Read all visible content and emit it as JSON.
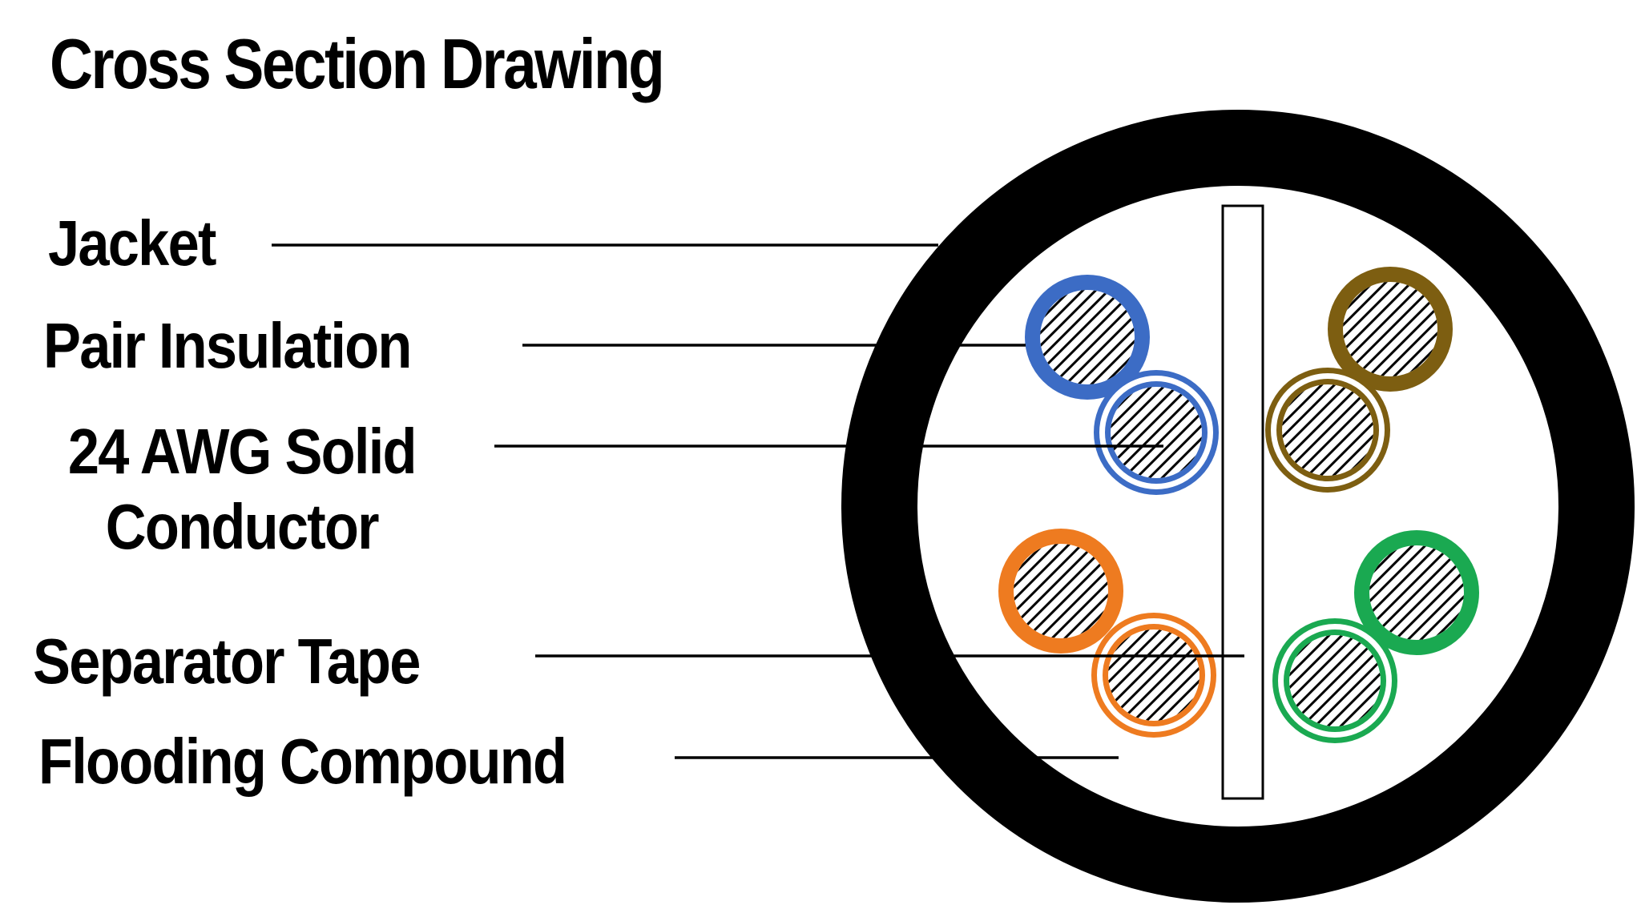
{
  "title": "Cross Section Drawing",
  "labels": {
    "jacket": "Jacket",
    "pair_insulation": "Pair Insulation",
    "conductor_line1": "24 AWG Solid",
    "conductor_line2": "Conductor",
    "separator_tape": "Separator Tape",
    "flooding_compound": "Flooding Compound"
  },
  "colors": {
    "background": "#ffffff",
    "jacket": "#000000",
    "tape_fill": "#ffffff",
    "tape_outline": "#000000",
    "hatch": "#000000",
    "leader_line": "#000000",
    "text": "#000000"
  },
  "pairs": [
    {
      "name": "blue",
      "color": "#3c6cc5",
      "position": "top-left",
      "wires": [
        "solid",
        "striped"
      ]
    },
    {
      "name": "brown",
      "color": "#7d5e11",
      "position": "top-right",
      "wires": [
        "solid",
        "striped"
      ]
    },
    {
      "name": "orange",
      "color": "#ee7b20",
      "position": "bottom-left",
      "wires": [
        "solid",
        "striped"
      ]
    },
    {
      "name": "green",
      "color": "#1aa951",
      "position": "bottom-right",
      "wires": [
        "solid",
        "striped"
      ]
    }
  ],
  "callouts": [
    {
      "label": "Jacket",
      "points_to": "black outer jacket ring"
    },
    {
      "label": "Pair Insulation",
      "points_to": "colored insulation ring of solid blue wire"
    },
    {
      "label": "24 AWG Solid Conductor",
      "points_to": "hatched conductor inside striped blue wire"
    },
    {
      "label": "Separator Tape",
      "points_to": "vertical tape between pairs"
    },
    {
      "label": "Flooding Compound",
      "points_to": "white interior fill of cable"
    }
  ]
}
